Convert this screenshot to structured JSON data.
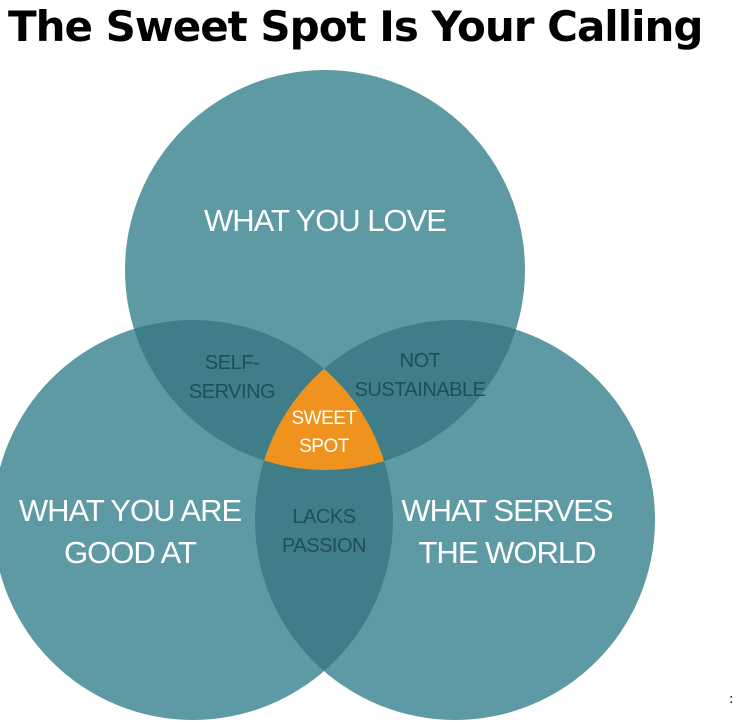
{
  "title": "The Sweet Spot Is Your Calling",
  "stray_mark": ":",
  "colors": {
    "circle": "#5e9aa4",
    "pair_overlap": "#3f7d88",
    "sweet_spot": "#f0931e",
    "circle_text": "#ffffff",
    "overlap_text": "#1f4f58"
  },
  "circles": {
    "love": {
      "line1": "WHAT YOU LOVE"
    },
    "good": {
      "line1": "WHAT YOU ARE",
      "line2": "GOOD AT"
    },
    "world": {
      "line1": "WHAT SERVES",
      "line2": "THE WORLD"
    }
  },
  "overlaps": {
    "love_good": {
      "line1": "SELF-",
      "line2": "SERVING"
    },
    "love_world": {
      "line1": "NOT",
      "line2": "SUSTAINABLE"
    },
    "good_world": {
      "line1": "LACKS",
      "line2": "PASSION"
    },
    "center": {
      "line1": "SWEET",
      "line2": "SPOT"
    }
  }
}
